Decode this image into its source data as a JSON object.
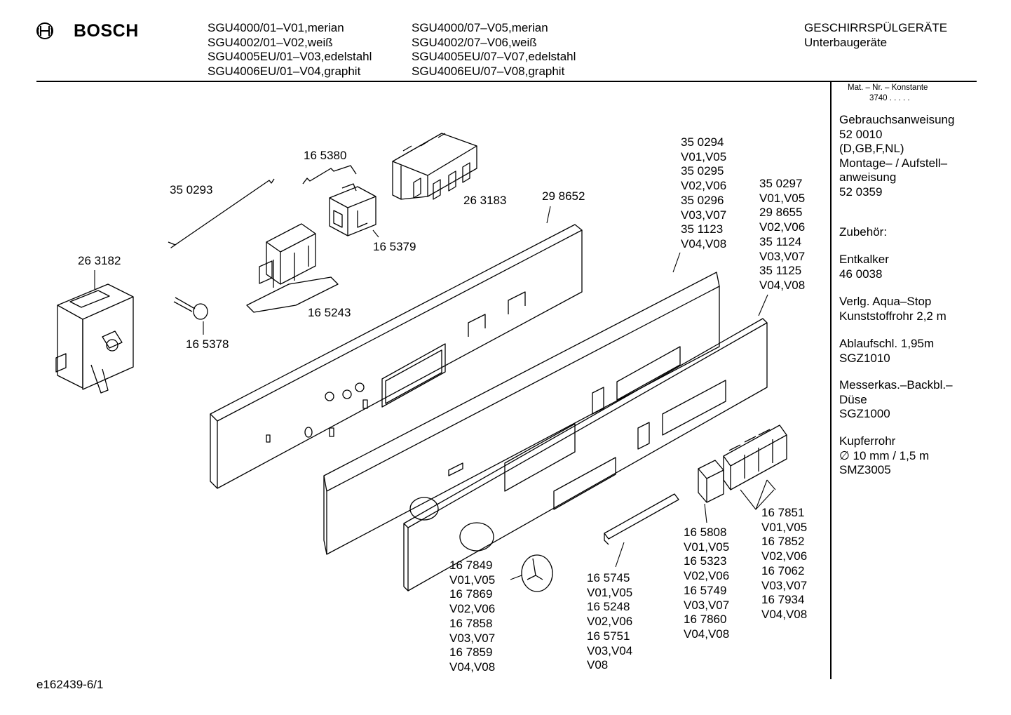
{
  "header": {
    "brand": "BOSCH",
    "models_col1": [
      "SGU4000/01–V01,merian",
      "SGU4002/01–V02,weiß",
      "SGU4005EU/01–V03,edelstahl",
      "SGU4006EU/01–V04,graphit"
    ],
    "models_col2": [
      "SGU4000/07–V05,merian",
      "SGU4002/07–V06,weiß",
      "SGU4005EU/07–V07,edelstahl",
      "SGU4006EU/07–V08,graphit"
    ],
    "category": [
      "GESCHIRRSPÜLGERÄTE",
      "Unterbaugeräte"
    ]
  },
  "sidebar": {
    "mat_label": "Mat. – Nr. – Konstante",
    "mat_value": "3740  .  .  .  .  .",
    "blocks": [
      [
        "Gebrauchsanweisung",
        "52 0010",
        "(D,GB,F,NL)",
        "Montage– / Aufstell–",
        "anweisung",
        "52 0359"
      ],
      [
        "Zubehör:"
      ],
      [
        "Entkalker",
        "46 0038"
      ],
      [
        "Verlg. Aqua–Stop",
        "Kunststoffrohr 2,2 m"
      ],
      [
        "Ablaufschl. 1,95m",
        "SGZ1010"
      ],
      [
        "Messerkas.–Backbl.–",
        "Düse",
        "SGZ1000"
      ],
      [
        "Kupferrohr",
        "∅ 10 mm / 1,5 m",
        "SMZ3005"
      ]
    ]
  },
  "parts": {
    "p165380": [
      "16 5380"
    ],
    "p350293": [
      "35 0293"
    ],
    "p263183": [
      "26 3183"
    ],
    "p298652": [
      "29 8652"
    ],
    "p165379": [
      "16 5379"
    ],
    "p263182": [
      "26 3182"
    ],
    "p165243": [
      "16 5243"
    ],
    "p165378": [
      "16 5378"
    ],
    "p350294": [
      "35 0294",
      "V01,V05",
      "35 0295",
      "V02,V06",
      "35 0296",
      "V03,V07",
      "35 1123",
      "V04,V08"
    ],
    "p350297": [
      "35 0297",
      "V01,V05",
      "29 8655",
      "V02,V06",
      "35 1124",
      "V03,V07",
      "35 1125",
      "V04,V08"
    ],
    "p167849": [
      "16 7849",
      "V01,V05",
      "16 7869",
      "V02,V06",
      "16 7858",
      "V03,V07",
      "16 7859",
      "V04,V08"
    ],
    "p165745": [
      "16 5745",
      "V01,V05",
      "16 5248",
      "V02,V06",
      "16 5751",
      "V03,V04",
      "V08"
    ],
    "p165808": [
      "16 5808",
      "V01,V05",
      "16 5323",
      "V02,V06",
      "16 5749",
      "V03,V07",
      "16 7860",
      "V04,V08"
    ],
    "p167851": [
      "16 7851",
      "V01,V05",
      "16 7852",
      "V02,V06",
      "16 7062",
      "V03,V07",
      "16 7934",
      "V04,V08"
    ]
  },
  "footer": {
    "drawing_id": "e162439-6/1"
  }
}
